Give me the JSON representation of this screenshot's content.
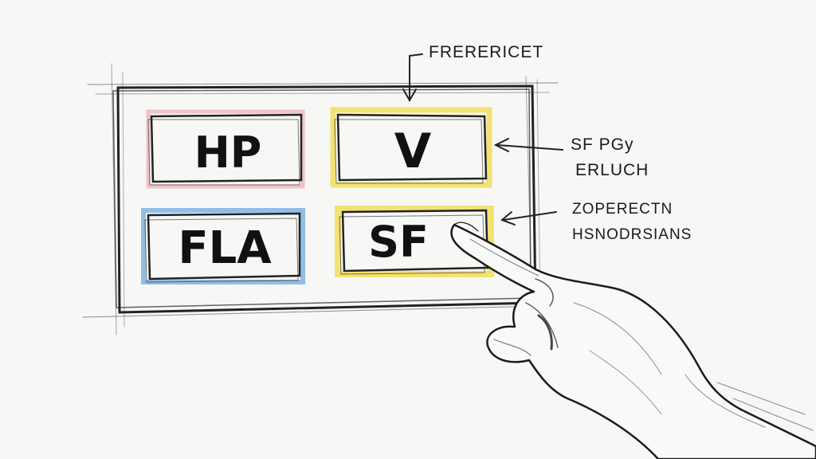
{
  "panel": {
    "buttons": [
      {
        "label": "HP",
        "color": "#e89aa6"
      },
      {
        "label": "V",
        "color": "#efd83a"
      },
      {
        "label": "FLA",
        "color": "#5aa0dc"
      },
      {
        "label": "SF",
        "color": "#efd83a"
      }
    ]
  },
  "annotations": {
    "top": "FRERERICET",
    "right_top": [
      "SF PGy",
      "ERLUCH"
    ],
    "right_bottom": [
      "ZOPERECTN",
      "HSNODRSIANS"
    ]
  },
  "colors": {
    "ink": "#1c1c1c",
    "paper": "#f7f7f5",
    "pink": "#e89aa6",
    "yellow": "#efd83a",
    "blue": "#5aa0dc"
  }
}
